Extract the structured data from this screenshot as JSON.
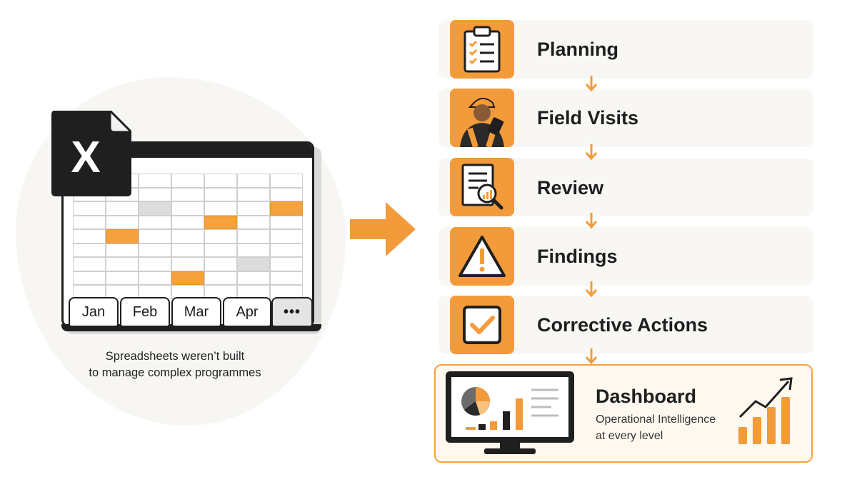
{
  "left": {
    "file_icon_letter": "X",
    "month_tabs": [
      "Jan",
      "Feb",
      "Mar",
      "Apr"
    ],
    "more_tab": "•••",
    "caption_lines": [
      "Spreadsheets weren’t built",
      "to manage complex programmes"
    ]
  },
  "steps": [
    {
      "label": "Planning",
      "icon": "clipboard-checklist-icon"
    },
    {
      "label": "Field Visits",
      "icon": "field-worker-tablet-icon"
    },
    {
      "label": "Review",
      "icon": "document-magnifier-icon"
    },
    {
      "label": "Findings",
      "icon": "warning-triangle-icon"
    },
    {
      "label": "Corrective Actions",
      "icon": "checkbox-check-icon"
    }
  ],
  "dashboard": {
    "title": "Dashboard",
    "subtitle_lines": [
      "Operational Intelligence",
      "at every level"
    ]
  },
  "colors": {
    "accent": "#f39b3a",
    "dark": "#1f1f1f",
    "panel": "#f8f7f4"
  }
}
